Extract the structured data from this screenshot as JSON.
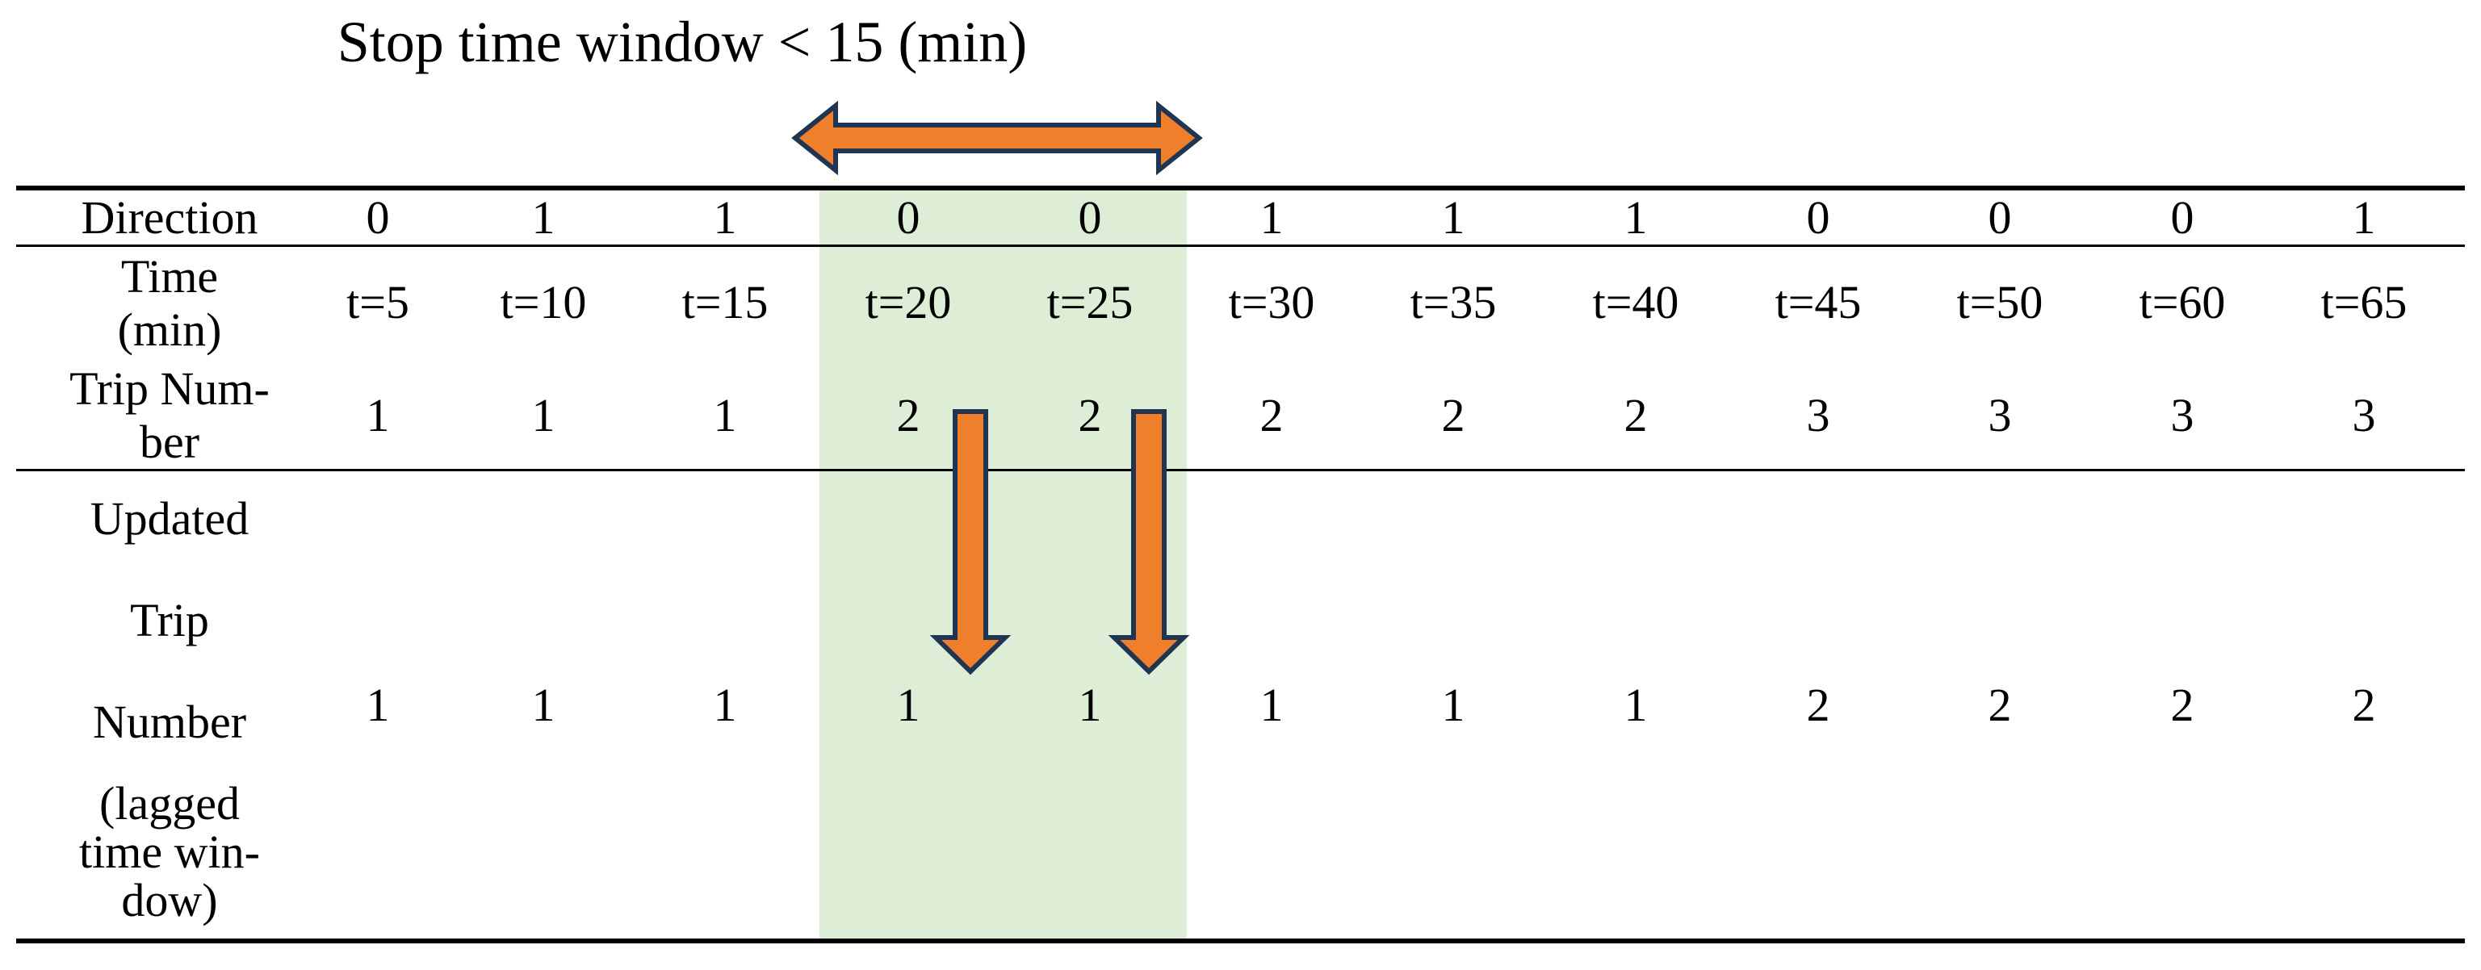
{
  "title": "Stop time window < 15 (min)",
  "colors": {
    "highlight": "#deeed6",
    "arrow_fill": "#f07f2c",
    "arrow_stroke": "#1f3552"
  },
  "rows": {
    "direction": {
      "label": "Direction",
      "values": [
        "0",
        "1",
        "1",
        "0",
        "0",
        "1",
        "1",
        "1",
        "0",
        "0",
        "0",
        "1"
      ]
    },
    "time": {
      "label_line1": "Time",
      "label_line2": "(min)",
      "values": [
        "t=5",
        "t=10",
        "t=15",
        "t=20",
        "t=25",
        "t=30",
        "t=35",
        "t=40",
        "t=45",
        "t=50",
        "t=60",
        "t=65"
      ]
    },
    "trip_number": {
      "label_line1": "Trip Num-",
      "label_line2": "ber",
      "values": [
        "1",
        "1",
        "1",
        "2",
        "2",
        "2",
        "2",
        "2",
        "3",
        "3",
        "3",
        "3"
      ]
    },
    "updated_trip_number": {
      "label_line1": "Updated",
      "label_line2": "Trip",
      "label_line3": "Number",
      "label_line4": "(lagged",
      "label_line5": "time win-",
      "label_line6": "dow)",
      "values": [
        "1",
        "1",
        "1",
        "1",
        "1",
        "1",
        "1",
        "1",
        "2",
        "2",
        "2",
        "2"
      ]
    }
  }
}
